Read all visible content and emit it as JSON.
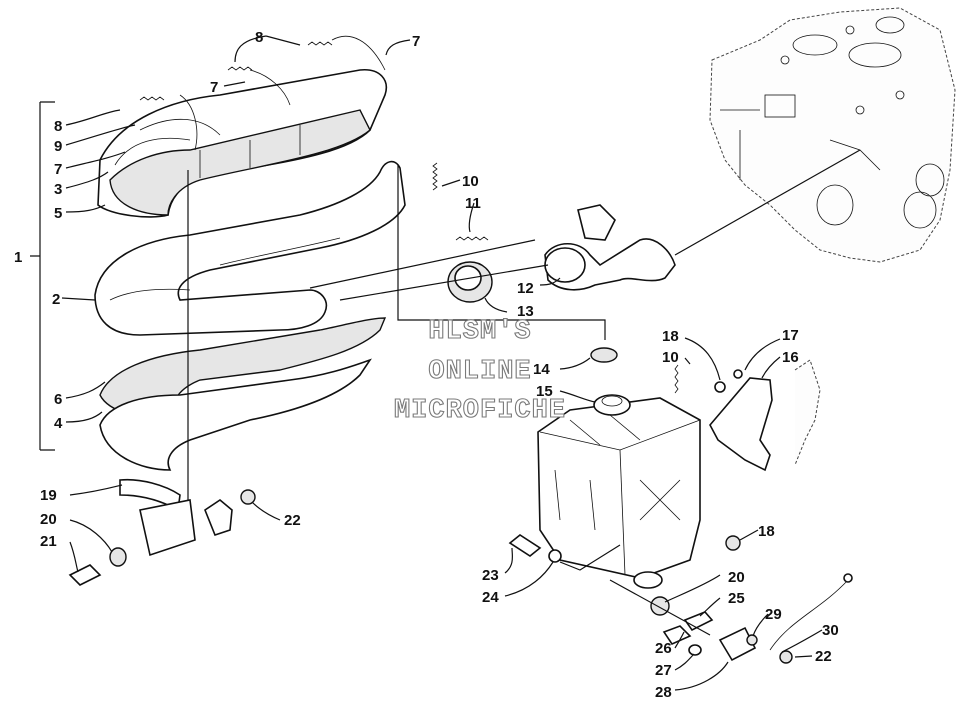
{
  "watermark": {
    "line1": "HLSM'S",
    "line2": "ONLINE",
    "line3": "MICROFICHE"
  },
  "callouts": {
    "c1": "1",
    "c2": "2",
    "c3": "3",
    "c4": "4",
    "c5": "5",
    "c6": "6",
    "c7a": "7",
    "c7b": "7",
    "c7c": "7",
    "c8a": "8",
    "c8b": "8",
    "c9": "9",
    "c10a": "10",
    "c10b": "10",
    "c11": "11",
    "c12": "12",
    "c13": "13",
    "c14": "14",
    "c15": "15",
    "c16": "16",
    "c17": "17",
    "c18a": "18",
    "c18b": "18",
    "c19": "19",
    "c20a": "20",
    "c20b": "20",
    "c21": "21",
    "c22a": "22",
    "c22b": "22",
    "c23": "23",
    "c24": "24",
    "c25": "25",
    "c26": "26",
    "c27": "27",
    "c28": "28",
    "c29": "29",
    "c30": "30"
  }
}
